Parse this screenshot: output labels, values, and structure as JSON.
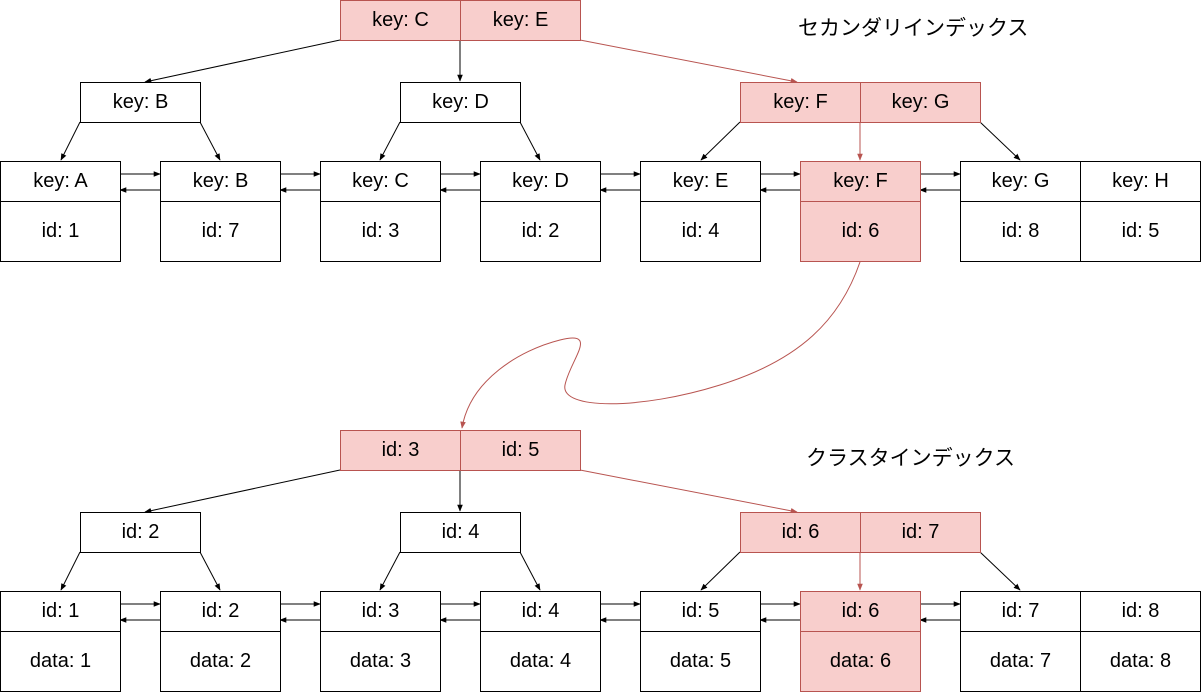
{
  "secondary_index": {
    "title": "セカンダリインデックス",
    "root": [
      "key: C",
      "key: E"
    ],
    "inner": [
      [
        "key: B"
      ],
      [
        "key: D"
      ],
      [
        "key: F",
        "key: G"
      ]
    ],
    "leaves": [
      {
        "key": "key: A",
        "val": "id: 1"
      },
      {
        "key": "key: B",
        "val": "id: 7"
      },
      {
        "key": "key: C",
        "val": "id: 3"
      },
      {
        "key": "key: D",
        "val": "id: 2"
      },
      {
        "key": "key: E",
        "val": "id: 4"
      },
      {
        "key": "key: F",
        "val": "id: 6"
      },
      {
        "key": "key: G",
        "val": "id: 8"
      },
      {
        "key": "key: H",
        "val": "id: 5"
      }
    ]
  },
  "clustered_index": {
    "title": "クラスタインデックス",
    "root": [
      "id: 3",
      "id: 5"
    ],
    "inner": [
      [
        "id: 2"
      ],
      [
        "id: 4"
      ],
      [
        "id: 6",
        "id: 7"
      ]
    ],
    "leaves": [
      {
        "key": "id: 1",
        "val": "data: 1"
      },
      {
        "key": "id: 2",
        "val": "data: 2"
      },
      {
        "key": "id: 3",
        "val": "data: 3"
      },
      {
        "key": "id: 4",
        "val": "data: 4"
      },
      {
        "key": "id: 5",
        "val": "data: 5"
      },
      {
        "key": "id: 6",
        "val": "data: 6"
      },
      {
        "key": "id: 7",
        "val": "data: 7"
      },
      {
        "key": "id: 8",
        "val": "data: 8"
      }
    ]
  },
  "colors": {
    "highlight_fill": "#f8cecc",
    "highlight_stroke": "#b85450",
    "line": "#000000"
  }
}
